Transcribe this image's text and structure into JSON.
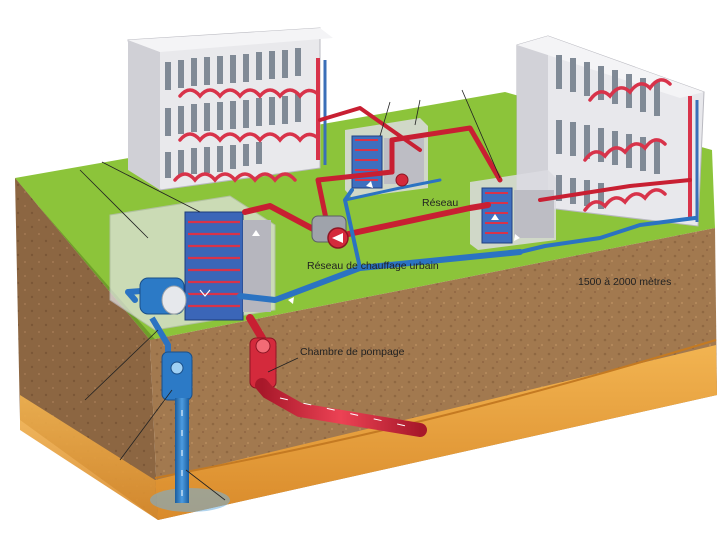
{
  "labels": {
    "reseau": "Réseau",
    "reseau_chauffage": "Réseau de chauffage urbain",
    "depth": "1500 à 2000 mètres",
    "chambre": "Chambre de pompage"
  },
  "colors": {
    "grass": "#8cc43a",
    "grass_dark": "#6f9e2a",
    "soil": "#a2794f",
    "soil_side": "#8a6340",
    "aquifer": "#e7a13e",
    "hot_pipe": "#d42a3c",
    "cold_pipe": "#2c7ac6",
    "building": "#e4e4e8",
    "window": "#7d8894"
  },
  "icons": {
    "pump": "pump-icon",
    "exchanger": "heat-exchanger-icon",
    "well": "well-pump-icon"
  }
}
